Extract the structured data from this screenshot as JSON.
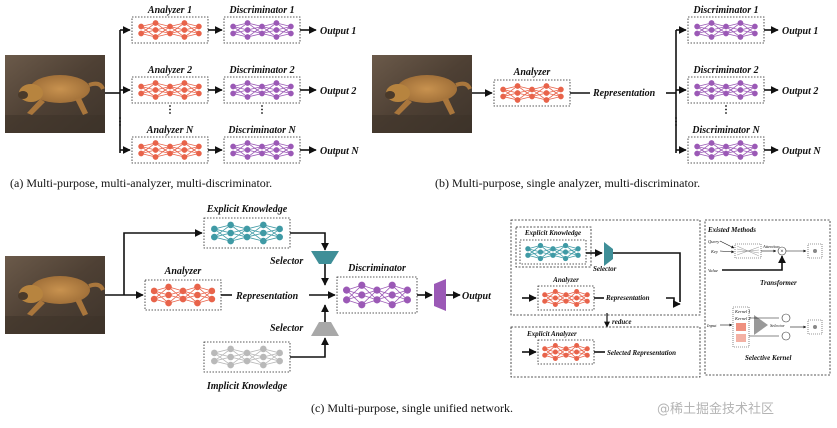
{
  "colors": {
    "analyzer": "#e8634a",
    "discriminator": "#9b59b6",
    "explicit": "#3f9aa5",
    "implicit": "#b9b9b9",
    "selector_explicit": "#3f8f98",
    "selector_implicit": "#a8a8a8",
    "output_block": "#9b59b6"
  },
  "panel_a": {
    "analyzers": [
      "Analyzer 1",
      "Analyzer 2",
      "Analyzer N"
    ],
    "discriminators": [
      "Discriminator 1",
      "Discriminator 2",
      "Discriminator N"
    ],
    "outputs": [
      "Output 1",
      "Output 2",
      "Output N"
    ],
    "caption": "(a) Multi-purpose, multi-analyzer, multi-discriminator."
  },
  "panel_b": {
    "analyzer": "Analyzer",
    "representation": "Representation",
    "discriminators": [
      "Discriminator 1",
      "Discriminator 2",
      "Discriminator N"
    ],
    "outputs": [
      "Output 1",
      "Output 2",
      "Output N"
    ],
    "caption": "(b) Multi-purpose, single analyzer, multi-discriminator."
  },
  "panel_c": {
    "explicit_knowledge": "Explicit Knowledge",
    "analyzer": "Analyzer",
    "representation": "Representation",
    "implicit_knowledge": "Implicit Knowledge",
    "selector_top": "Selector",
    "selector_bottom": "Selector",
    "discriminator": "Discriminator",
    "output": "Output",
    "caption": "(c) Multi-purpose, single unified network."
  },
  "inset_left": {
    "explicit_knowledge": "Explicit Knowledge",
    "selector": "Selector",
    "analyzer": "Analyzer",
    "representation": "Representation",
    "reduce": "reduce",
    "explicit_analyzer": "Explicit Analyzer",
    "selected_representation": "Selected Representation"
  },
  "inset_right": {
    "title": "Existed Methods",
    "query": "Query",
    "key": "Key",
    "value": "Value",
    "attention": "Attention",
    "transformer": "Transformer",
    "input": "Input",
    "kernel_1": "Kernel 1",
    "kernel_2": "Kernel 2",
    "selector": "Selector",
    "selective_kernel": "Selective Kernel"
  },
  "watermark": "@稀土掘金技术社区"
}
